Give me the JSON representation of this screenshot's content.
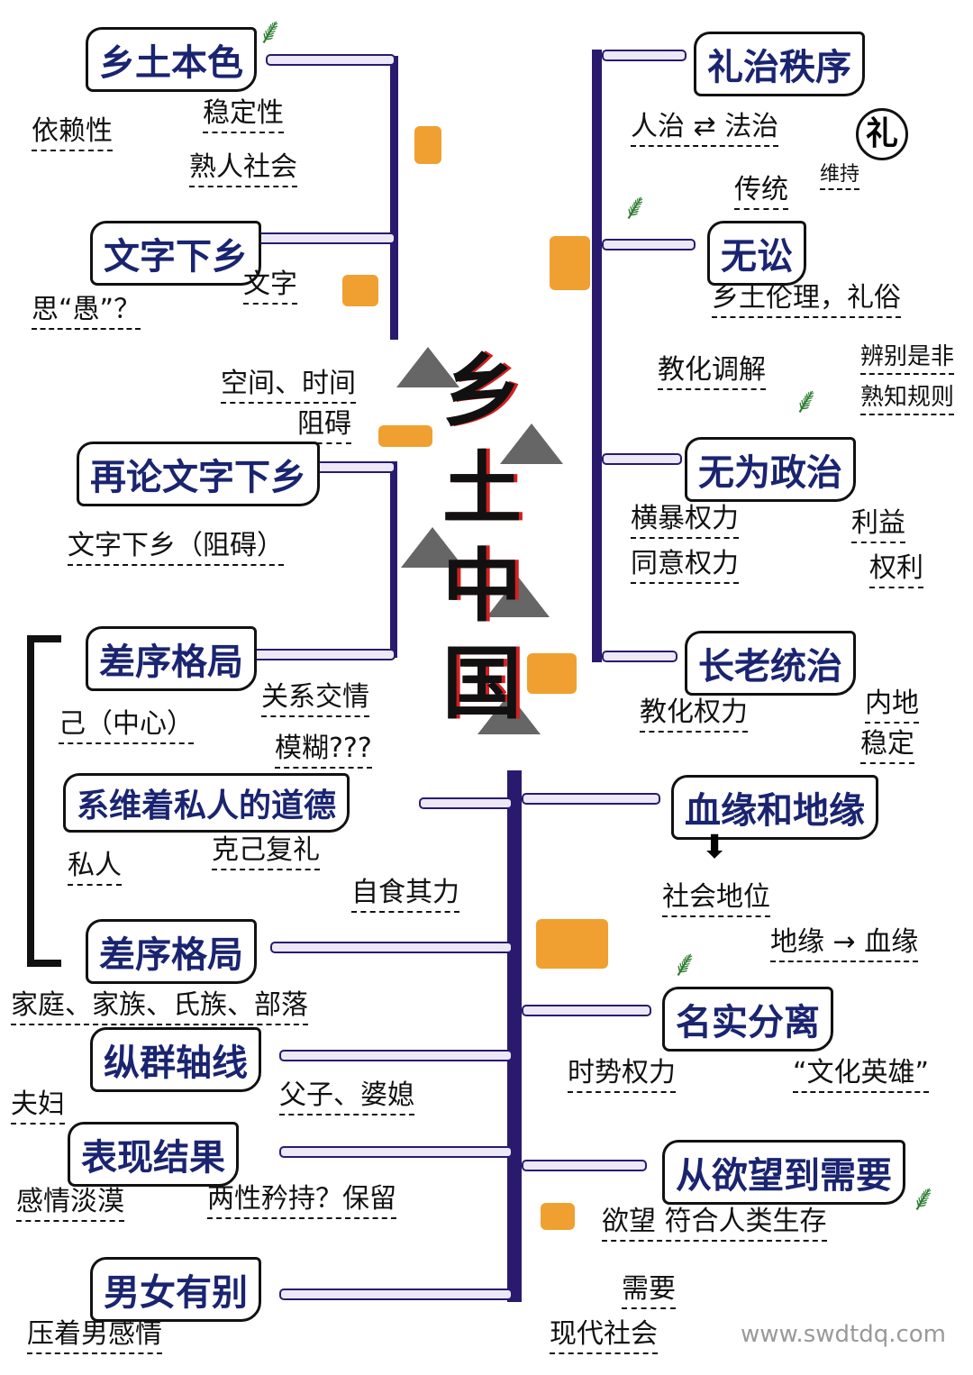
{
  "center_title": "乡土中国",
  "left": [
    {
      "title": "乡土本色",
      "notes": [
        "依赖性",
        "稳定性",
        "熟人社会"
      ]
    },
    {
      "title": "文字下乡",
      "notes": [
        "思“愚”？",
        "文字",
        "空间、时间",
        "阻碍"
      ]
    },
    {
      "title": "再论文字下乡",
      "notes": [
        "文字下乡（阻碍）"
      ]
    },
    {
      "title": "差序格局",
      "notes": [
        "己（中心）",
        "关系交情",
        "模糊???"
      ]
    },
    {
      "title": "系维着私人的道德",
      "notes": [
        "私人",
        "克己复礼",
        "自食其力"
      ]
    },
    {
      "title": "差序格局",
      "notes": [
        "家庭、家族、氏族、部落"
      ]
    },
    {
      "title": "纵群轴线",
      "notes": [
        "夫妇",
        "父子、婆媳"
      ]
    },
    {
      "title": "表现结果",
      "notes": [
        "感情淡漠",
        "两性矜持？保留"
      ]
    },
    {
      "title": "男女有别",
      "notes": [
        "压着男感情"
      ]
    }
  ],
  "right": [
    {
      "title": "礼治秩序",
      "notes": [
        "人治 ⇄ 法治",
        "礼",
        "传统",
        "维持"
      ]
    },
    {
      "title": "无讼",
      "notes": [
        "乡土伦理，礼俗",
        "教化调解",
        "辨别是非",
        "熟知规则"
      ]
    },
    {
      "title": "无为政治",
      "notes": [
        "横暴权力",
        "同意权力",
        "利益",
        "权利"
      ]
    },
    {
      "title": "长老统治",
      "notes": [
        "教化权力",
        "内地",
        "稳定"
      ]
    },
    {
      "title": "血缘和地缘",
      "notes": [
        "社会地位",
        "地缘 → 血缘"
      ]
    },
    {
      "title": "名实分离",
      "notes": [
        "时势权力",
        "“文化英雄”"
      ]
    },
    {
      "title": "从欲望到需要",
      "notes": [
        "欲望 符合人类生存",
        "需要",
        "现代社会"
      ]
    }
  ],
  "watermark": "www.swdtdq.com",
  "colors": {
    "spine": "#2a1a6e",
    "title_text": "#1a2470",
    "accent": "#f0a030",
    "red": "#d02020"
  }
}
